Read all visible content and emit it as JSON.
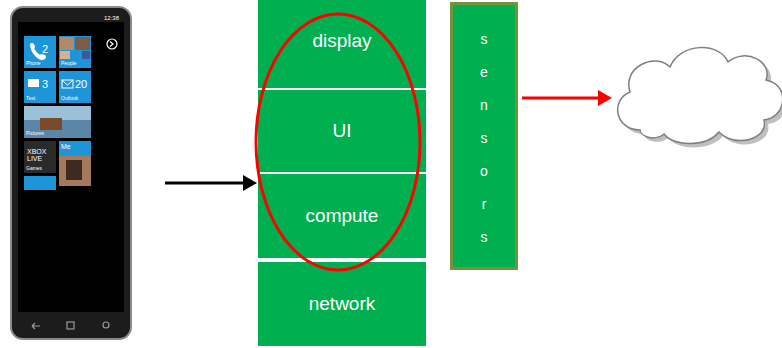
{
  "diagram": {
    "nodes": [
      {
        "text": [
          "display"
        ]
      },
      {
        "text": [
          "UI"
        ]
      },
      {
        "text": [
          "compute"
        ]
      },
      {
        "text": [
          "network"
        ]
      },
      {
        "text": [
          "sensors"
        ]
      }
    ],
    "labels": [
      "12:38",
      "2",
      "Phone",
      "People",
      "3",
      "Text",
      "20",
      "Outlook",
      "Pictures",
      "XBOX LIVE",
      "Me",
      "Games"
    ]
  }
}
